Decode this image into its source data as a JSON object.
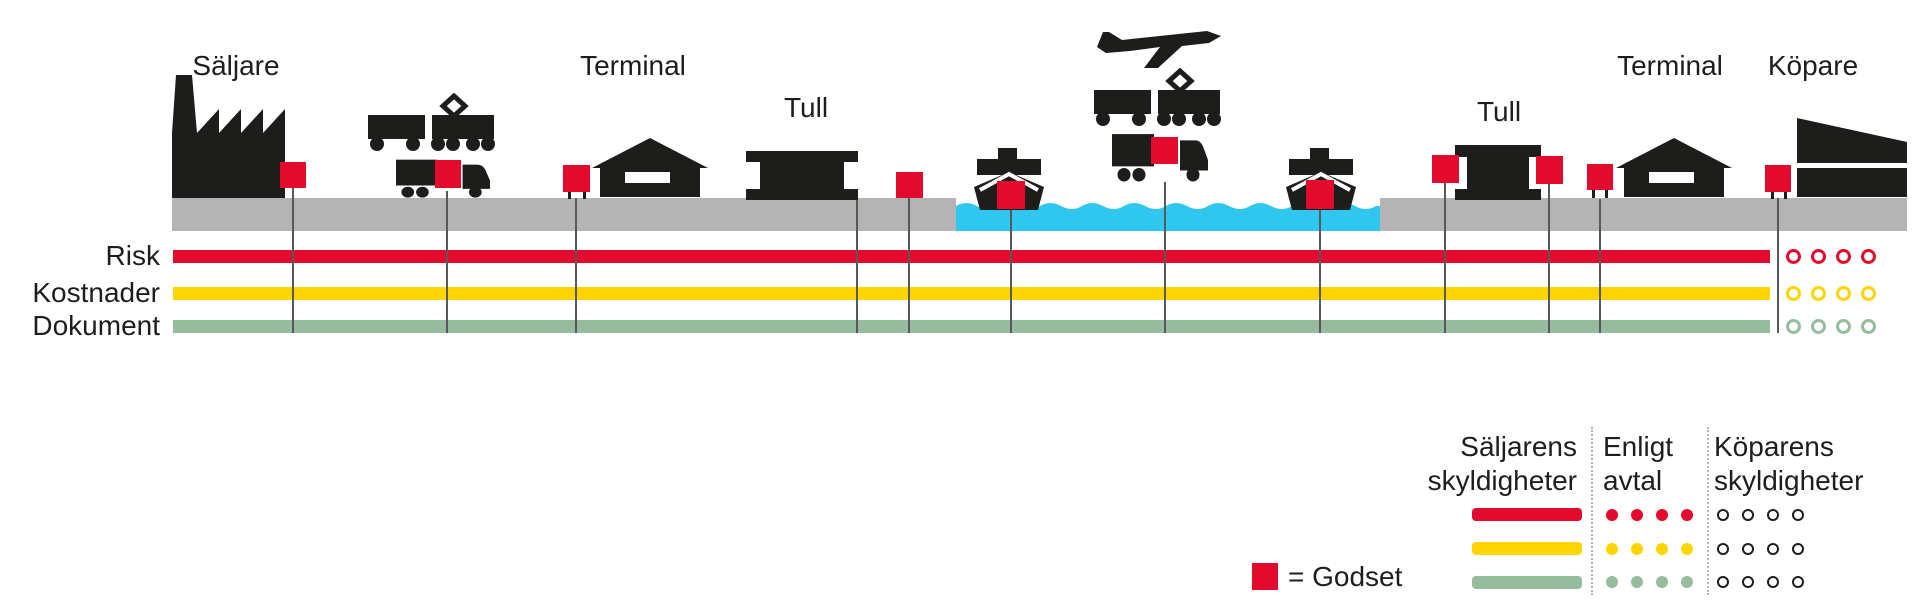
{
  "stations": [
    {
      "label": "Säljare"
    },
    {
      "label": "Terminal"
    },
    {
      "label": "Tull"
    },
    {
      "label": "Tull"
    },
    {
      "label": "Terminal"
    },
    {
      "label": "Köpare"
    }
  ],
  "rows": [
    {
      "label": "Risk",
      "color": "#e30b2d"
    },
    {
      "label": "Kostnader",
      "color": "#fed500"
    },
    {
      "label": "Dokument",
      "color": "#95bc9c"
    }
  ],
  "legend": {
    "seller": [
      "Säljarens",
      "skyldigheter"
    ],
    "agreement": [
      "Enligt",
      "avtal"
    ],
    "buyer": [
      "Köparens",
      "skyldigheter"
    ],
    "godset_label": "= Godset"
  },
  "icons": [
    "factory-icon",
    "freight-train-icon",
    "truck-icon",
    "warehouse-icon",
    "customs-icon",
    "cargo-ship-icon",
    "airplane-icon",
    "buyer-building-icon",
    "goods-marker"
  ],
  "colors": {
    "red": "#e30b2d",
    "yellow": "#fed500",
    "green": "#95bc9c",
    "water": "#2fc6f0",
    "road": "#b4b4b4",
    "icon_black": "#1d1d1b",
    "marker_line": "#58585a"
  }
}
